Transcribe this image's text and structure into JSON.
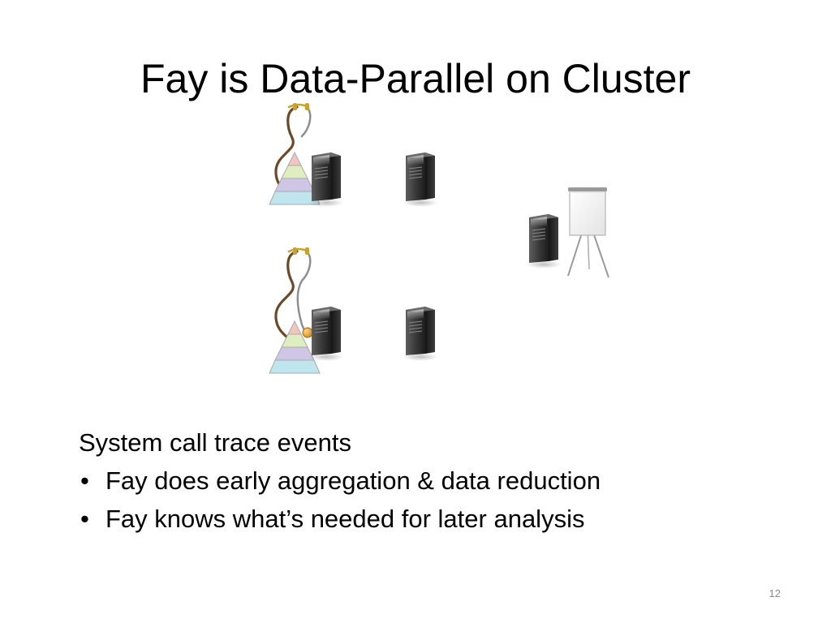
{
  "slide": {
    "title": "Fay is Data-Parallel on Cluster",
    "body": {
      "heading": "System call trace events",
      "bullets": [
        "Fay does early aggregation & data reduction",
        "Fay knows what’s needed for later analysis"
      ]
    },
    "page_number": "12"
  },
  "graphics": {
    "icons": [
      "stethoscope-icon",
      "pyramid-icon",
      "server-tower-icon",
      "flip-chart-icon"
    ],
    "colors": {
      "pyramid_top": "#f2c6c0",
      "pyramid_upper_mid": "#dfeec0",
      "pyramid_lower_mid": "#cfc6e6",
      "pyramid_base": "#bfe6ef",
      "server_body": "#2f2f2f",
      "stethoscope_tube": "#6b4a2a",
      "stethoscope_chestpiece": "#e39a1c"
    }
  }
}
